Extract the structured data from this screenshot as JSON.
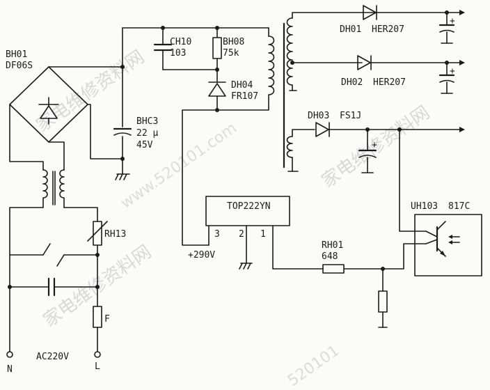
{
  "labels": {
    "bh01": "BH01",
    "df06s": "DF06S",
    "ch10": "CH10",
    "c103": "103",
    "bh08": "BH08",
    "r75k": "75k",
    "dh04": "DH04",
    "fr107": "FR107",
    "bhc3": "BHC3",
    "c22u": "22 μ",
    "v45": "45V",
    "dh01": "DH01",
    "her207a": "HER207",
    "dh02": "DH02",
    "her207b": "HER207",
    "dh03": "DH03",
    "fs1j": "FS1J",
    "top": "TOP222YN",
    "pin3": "3",
    "pin2": "2",
    "pin1": "1",
    "v290": "+290V",
    "rh01": "RH01",
    "r648": "648",
    "uh103": "UH103",
    "c817": "817C",
    "rh13": "RH13",
    "fuse": "F",
    "ac": "AC220V",
    "n": "N",
    "l": "L"
  },
  "watermarks": {
    "a": "家电维修资料网",
    "b": "www.520101.com",
    "c": "家电维修资料网",
    "d": "520101",
    "e": "家电维修资料网"
  }
}
